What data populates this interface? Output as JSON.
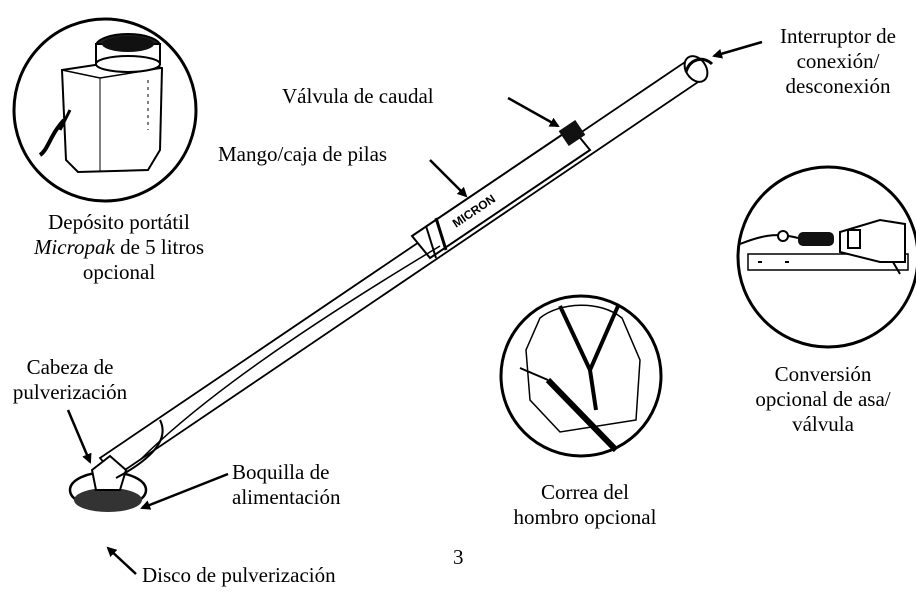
{
  "labels": {
    "interruptor": [
      "Interruptor de",
      "conexión/",
      "desconexión"
    ],
    "valvula": "Válvula de caudal",
    "mango": "Mango/caja de pilas",
    "deposito_line1": "Depósito portátil",
    "deposito_line2_italic": "Micropak",
    "deposito_line2_rest": " de 5 litros",
    "deposito_line3": "opcional",
    "cabeza": [
      "Cabeza de",
      "pulverización"
    ],
    "boquilla": [
      "Boquilla de",
      "alimentación"
    ],
    "disco": "Disco de pulverización",
    "correa": [
      "Correa del",
      "hombro opcional"
    ],
    "conversion": [
      "Conversión",
      "opcional de asa/",
      "válvula"
    ],
    "page_number": "3",
    "brand_mark": "MICRON"
  }
}
